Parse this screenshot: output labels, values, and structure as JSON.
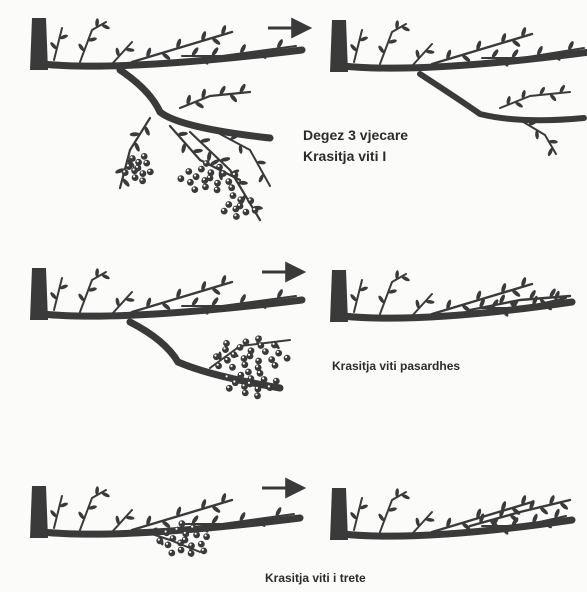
{
  "captions": {
    "step1_line1": "Degez 3 vjecare",
    "step1_line2": "Krasitja viti I",
    "step2": "Krasitja viti pasardhes",
    "step3": "Krasitja viti i trete"
  },
  "colors": {
    "ink": "#3a3a3a",
    "background": "#fbfbfa"
  },
  "icons": [
    "arrow-right-icon",
    "arrow-right-icon",
    "arrow-right-icon"
  ]
}
